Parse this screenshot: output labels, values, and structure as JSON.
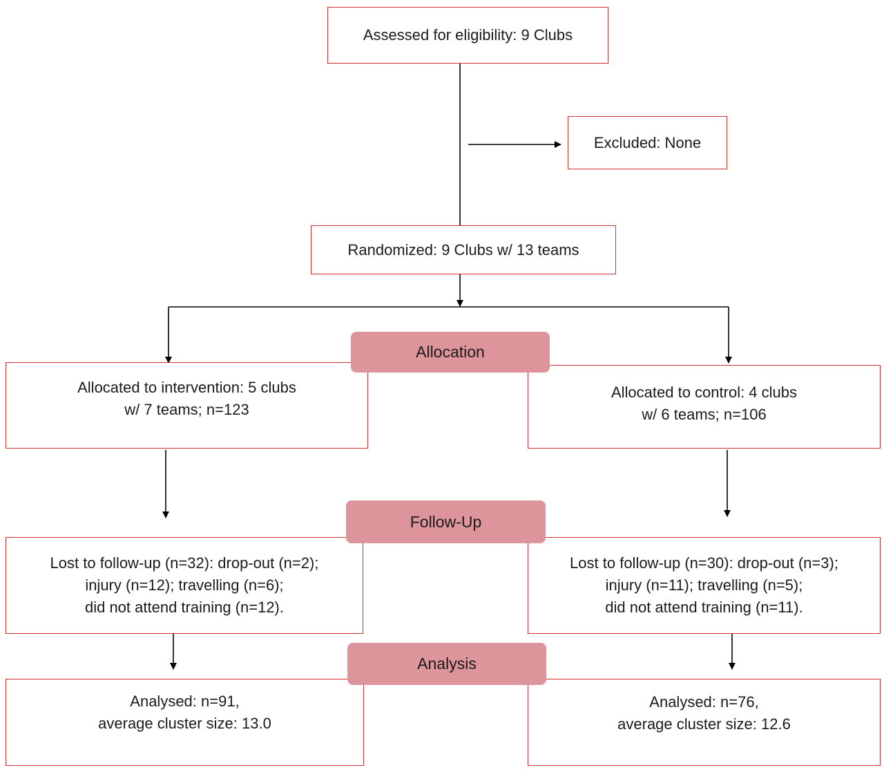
{
  "eligibility": {
    "text": "Assessed for eligibility: 9 Clubs"
  },
  "excluded": {
    "text": "Excluded: None"
  },
  "randomized": {
    "text": "Randomized: 9 Clubs w/ 13 teams"
  },
  "stages": {
    "allocation": "Allocation",
    "follow_up": "Follow-Up",
    "analysis": "Analysis"
  },
  "intervention": {
    "allocated": [
      "Allocated to intervention: 5 clubs",
      "w/ 7 teams; n=123"
    ],
    "lost": [
      "Lost to follow-up (n=32): drop-out (n=2);",
      "injury (n=12); travelling (n=6);",
      "did not attend training (n=12)."
    ],
    "analysed": [
      "Analysed: n=91,",
      "average cluster size: 13.0"
    ]
  },
  "control": {
    "allocated": [
      "Allocated to control: 4 clubs",
      "w/ 6 teams; n=106"
    ],
    "lost": [
      "Lost to follow-up (n=30): drop-out (n=3);",
      "injury (n=11); travelling (n=5);",
      "did not attend training (n=11)."
    ],
    "analysed": [
      "Analysed: n=76,",
      "average cluster size: 12.6"
    ]
  },
  "colors": {
    "box_border": "#d22f2f",
    "stage_fill": "#dd949a",
    "line": "#000000"
  }
}
